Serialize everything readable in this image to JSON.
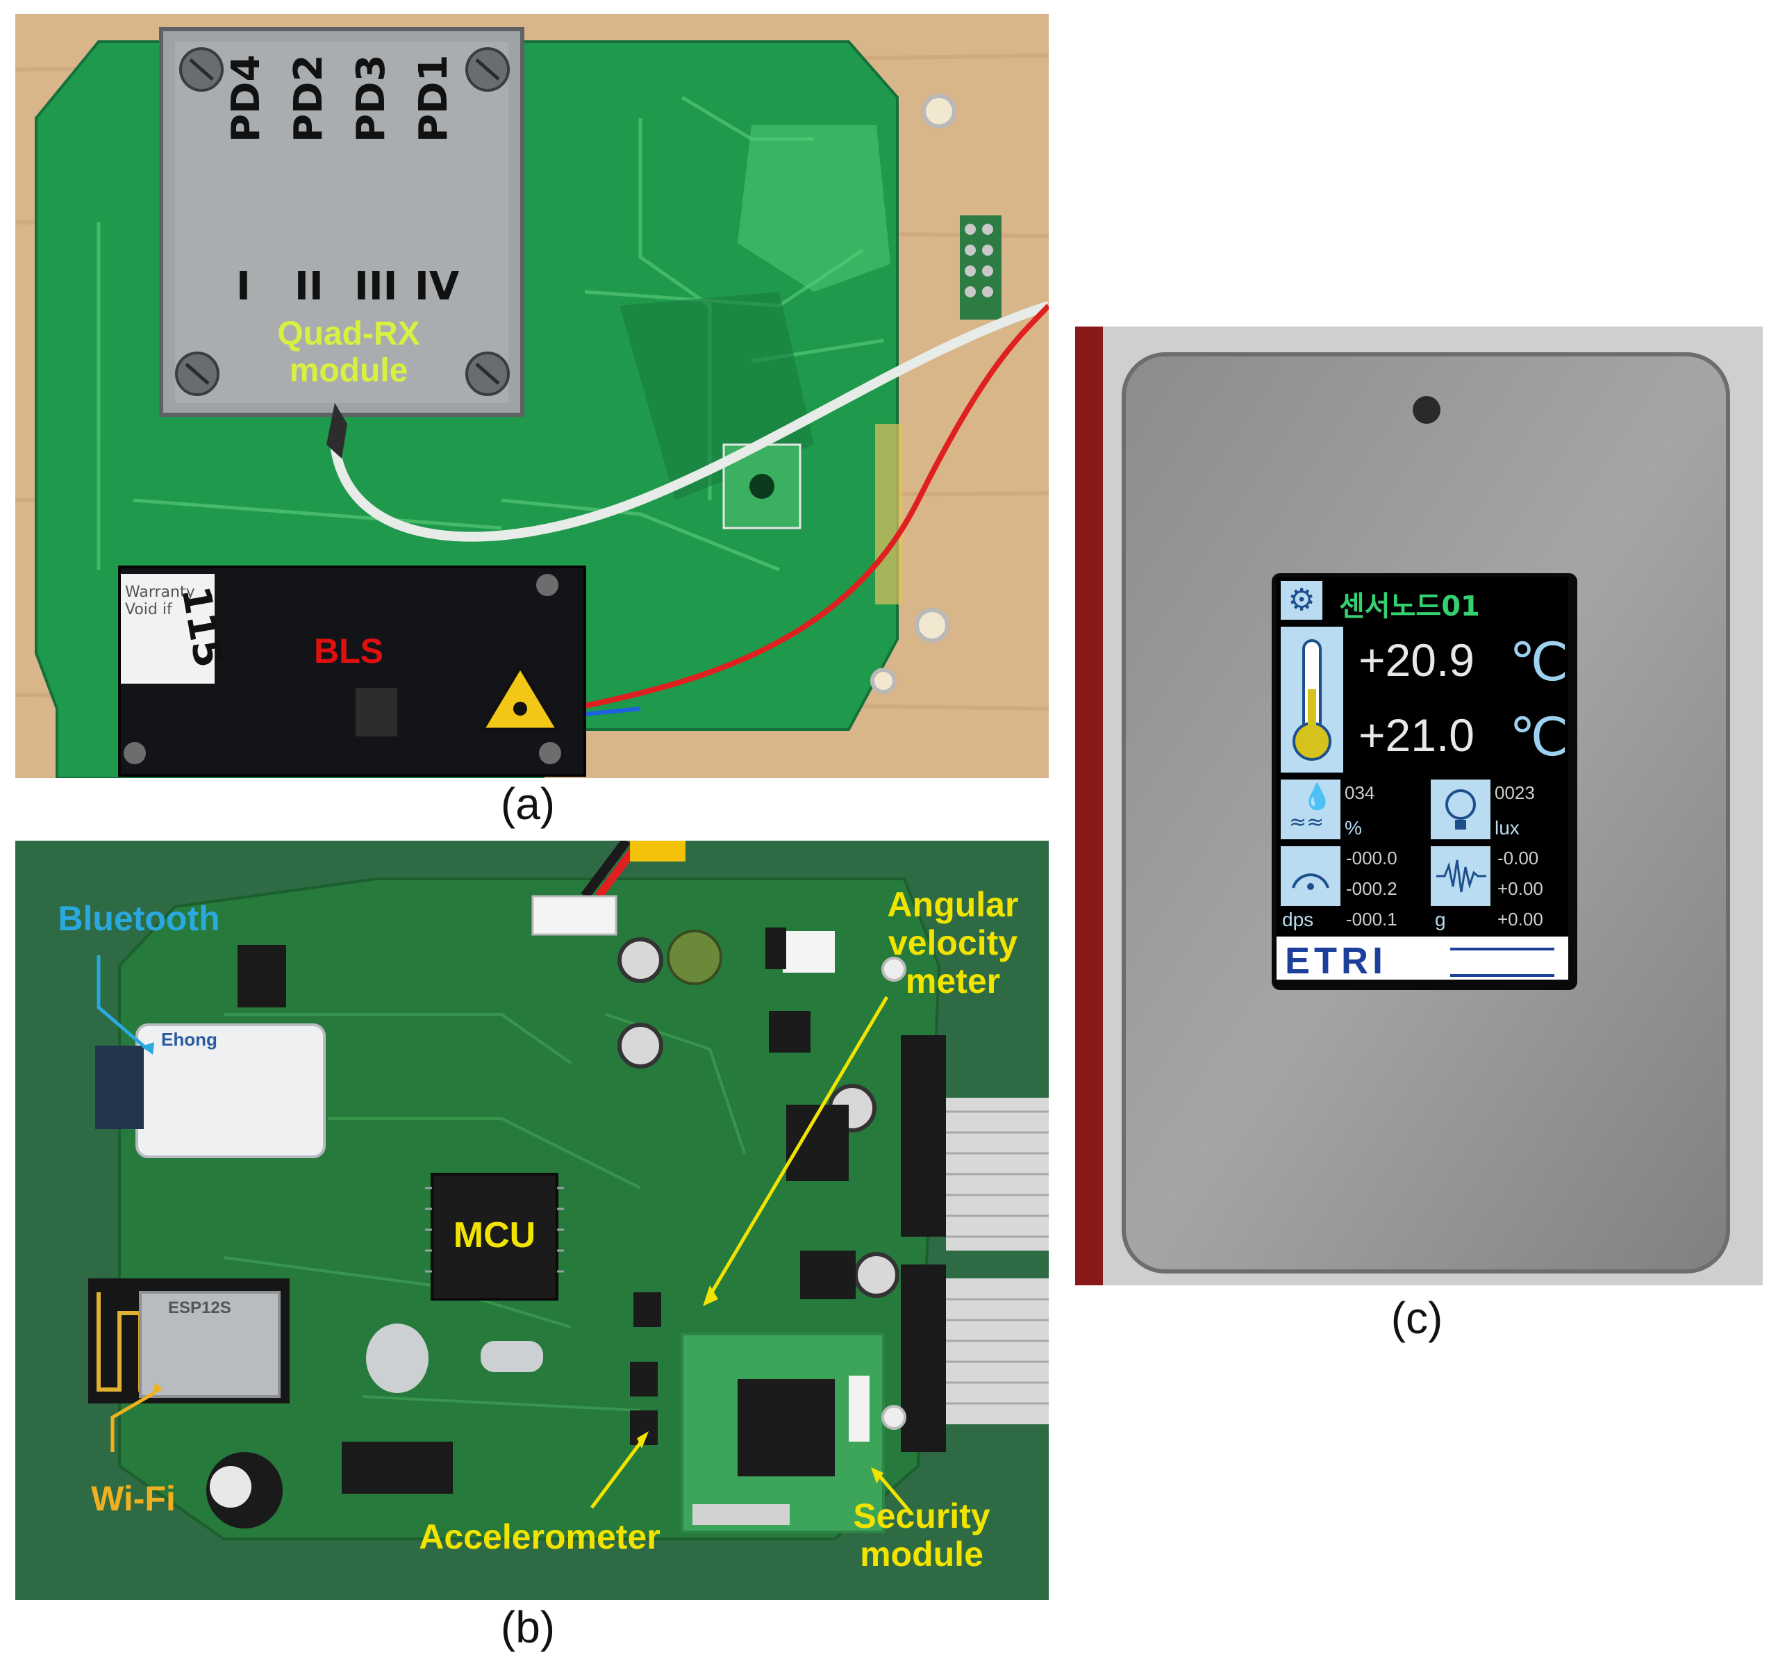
{
  "panel_a": {
    "caption": "(a)",
    "quad_rx_label": "Quad-RX\nmodule",
    "handwriting": [
      "PD4",
      "PD2",
      "PD3",
      "PD1",
      "I",
      "II",
      "III",
      "IV"
    ],
    "bls_label": "BLS",
    "sticker_text": "Warranty\nVoid if",
    "sticker_handwriting": "115"
  },
  "panel_b": {
    "caption": "(b)",
    "labels": {
      "bluetooth": "Bluetooth",
      "wifi": "Wi-Fi",
      "mcu": "MCU",
      "angular": "Angular\nvelocity\nmeter",
      "accelerometer": "Accelerometer",
      "security": "Security\nmodule"
    },
    "bt_module_brand": "Ehong",
    "wifi_module_text": "ESP12S"
  },
  "panel_c": {
    "caption": "(c)",
    "screen": {
      "title": "센서노드01",
      "temp1": "+20.9",
      "temp2": "+21.0",
      "temp_unit": "℃",
      "humidity_value": "034",
      "humidity_unit": "%",
      "lux_value": "0023",
      "lux_unit": "lux",
      "gyro": [
        "-000.0",
        "-000.2",
        "-000.1"
      ],
      "gyro_unit": "dps",
      "accel": [
        "-0.00",
        "+0.00",
        "+0.00"
      ],
      "accel_unit": "g",
      "logo": "ETRI"
    }
  },
  "colors": {
    "pcb_green": "#1f9a4c",
    "pcb_dark_green": "#2b6a3a",
    "label_yellow": "#f2e400",
    "label_bluetooth": "#2aa8e0",
    "label_wifi": "#f0b020",
    "label_bls": "#e01010",
    "label_quadrx": "#d8f040"
  }
}
